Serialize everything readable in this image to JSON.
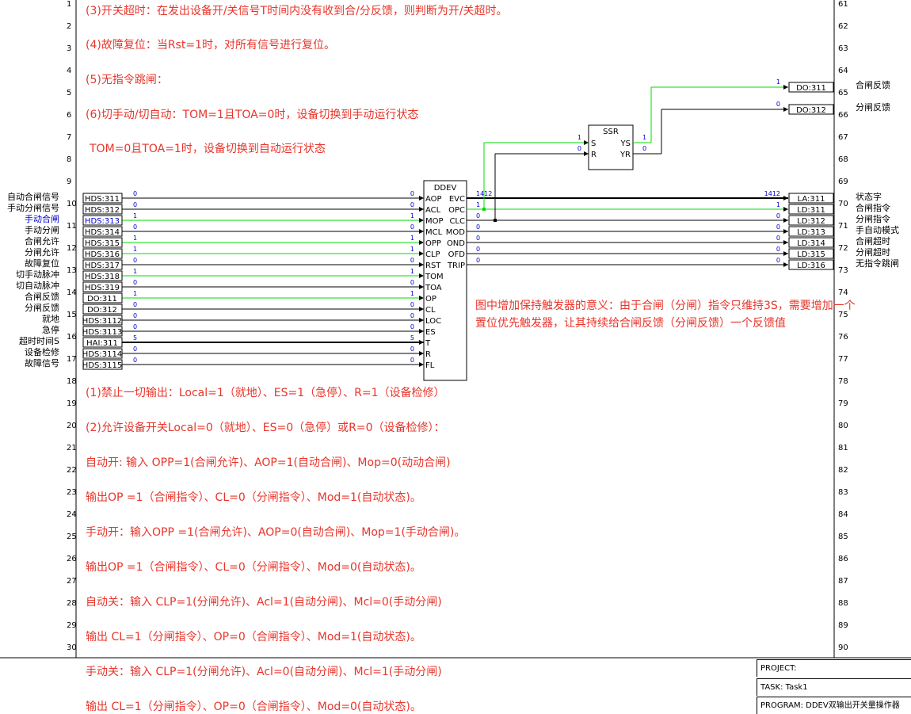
{
  "left_rows": [
    "1",
    "2",
    "3",
    "4",
    "5",
    "6",
    "7",
    "8",
    "9",
    "10",
    "11",
    "12",
    "13",
    "14",
    "15",
    "16",
    "17",
    "18",
    "19",
    "20",
    "21",
    "22",
    "23",
    "24",
    "25",
    "26",
    "27",
    "28",
    "29",
    "30"
  ],
  "right_rows": [
    "61",
    "62",
    "63",
    "64",
    "65",
    "66",
    "67",
    "68",
    "69",
    "70",
    "71",
    "72",
    "73",
    "74",
    "75",
    "76",
    "77",
    "78",
    "79",
    "80",
    "81",
    "82",
    "83",
    "84",
    "85",
    "86",
    "87",
    "88",
    "89",
    "90"
  ],
  "notes": {
    "n1": "(3)开关超时：在发出设备开/关信号T时间内没有收到合/分反馈，则判断为开/关超时。",
    "n2": "(4)故障复位：当Rst=1时，对所有信号进行复位。",
    "n3": "(5)无指令跳闸：",
    "n4": "(6)切手动/切自动：TOM=1且TOA=0时，设备切换到手动运行状态",
    "n5": "TOM=0且TOA=1时，设备切换到自动运行状态",
    "n6": "图中增加保持触发器的意义：由于合闸（分闸）指令只维持3S，需要增加一个",
    "n7": "置位优先触发器，让其持续给合闸反馈（分闸反馈）一个反馈值",
    "n8": "(1)禁止一切输出：Local=1（就地）、ES=1（急停）、R=1（设备检修）",
    "n9": "(2)允许设备开关Local=0（就地）、ES=0（急停）或R=0（设备检修）：",
    "n10": "自动开: 输入 OPP=1(合闸允许)、AOP=1(自动合闸)、Mop=0(动动合闸)",
    "n11": "输出OP =1（合闸指令）、CL=0（分闸指令）、Mod=1(自动状态)。",
    "n12": "手动开：输入OPP =1(合闸允许)、AOP=0(自动合闸)、Mop=1(手动合闸)。",
    "n13": "输出OP =1（合闸指令）、CL=0（分闸指令）、Mod=0(自动状态)。",
    "n14": "自动关：输入 CLP=1(分闸允许)、Acl=1(自动分闸)、Mcl=0(手动分闸)",
    "n15": "输出 CL=1（分闸指令）、OP=0（合闸指令）、Mod=1(自动状态)。",
    "n16": "手动关：输入 CLP=1(分闸允许)、Acl=0(自动分闸)、Mcl=1(手动分闸)",
    "n17": "输出 CL=1（分闸指令）、OP=0（合闸指令）、Mod=0(自动状态)。"
  },
  "inputs": [
    {
      "label": "自动合闸信号",
      "tag": "HDS:311",
      "value": "0",
      "pin": "AOP",
      "pin_value": "0",
      "active": false,
      "highlight": false
    },
    {
      "label": "手动分闸信号",
      "tag": "HDS:312",
      "value": "0",
      "pin": "ACL",
      "pin_value": "0",
      "active": false,
      "highlight": false
    },
    {
      "label": "手动合闸",
      "tag": "HDS:313",
      "value": "1",
      "pin": "MOP",
      "pin_value": "1",
      "active": true,
      "highlight": true
    },
    {
      "label": "手动分闸",
      "tag": "HDS:314",
      "value": "0",
      "pin": "MCL",
      "pin_value": "0",
      "active": false,
      "highlight": false
    },
    {
      "label": "合闸允许",
      "tag": "HDS:315",
      "value": "1",
      "pin": "OPP",
      "pin_value": "1",
      "active": true,
      "highlight": false
    },
    {
      "label": "分闸允许",
      "tag": "HDS:316",
      "value": "1",
      "pin": "CLP",
      "pin_value": "1",
      "active": true,
      "highlight": false
    },
    {
      "label": "故障复位",
      "tag": "HDS:317",
      "value": "0",
      "pin": "RST",
      "pin_value": "0",
      "active": false,
      "highlight": false
    },
    {
      "label": "切手动脉冲",
      "tag": "HDS:318",
      "value": "1",
      "pin": "TOM",
      "pin_value": "1",
      "active": true,
      "highlight": false
    },
    {
      "label": "切自动脉冲",
      "tag": "HDS:319",
      "value": "0",
      "pin": "TOA",
      "pin_value": "0",
      "active": false,
      "highlight": false
    },
    {
      "label": "合闸反馈",
      "tag": "DO:311",
      "value": "1",
      "pin": "OP",
      "pin_value": "1",
      "active": true,
      "highlight": false
    },
    {
      "label": "分闸反馈",
      "tag": "DO:312",
      "value": "0",
      "pin": "CL",
      "pin_value": "0",
      "active": false,
      "highlight": false
    },
    {
      "label": "就地",
      "tag": "HDS:3112",
      "value": "0",
      "pin": "LOC",
      "pin_value": "0",
      "active": false,
      "highlight": false
    },
    {
      "label": "急停",
      "tag": "HDS:3113",
      "value": "0",
      "pin": "ES",
      "pin_value": "0",
      "active": false,
      "highlight": false
    },
    {
      "label": "超时时间S",
      "tag": "HAI:311",
      "value": "5",
      "pin": "T",
      "pin_value": "5",
      "active": false,
      "highlight": false,
      "thick": true
    },
    {
      "label": "设备检修",
      "tag": "HDS:3114",
      "value": "0",
      "pin": "R",
      "pin_value": "0",
      "active": false,
      "highlight": false
    },
    {
      "label": "故障信号",
      "tag": "HDS:3115",
      "value": "0",
      "pin": "FL",
      "pin_value": "0",
      "active": false,
      "highlight": false
    }
  ],
  "outputs": [
    {
      "pin": "EVC",
      "value": "1412",
      "tag": "LA:311",
      "label": "状态字",
      "active": false,
      "thick": true
    },
    {
      "pin": "OPC",
      "value": "1",
      "tag": "LD:311",
      "label": "合闸指令",
      "active": true
    },
    {
      "pin": "CLC",
      "value": "0",
      "tag": "LD:312",
      "label": "分闸指令",
      "active": false
    },
    {
      "pin": "MOD",
      "value": "0",
      "tag": "LD:313",
      "label": "手自动模式",
      "active": false
    },
    {
      "pin": "OND",
      "value": "0",
      "tag": "LD:314",
      "label": "合闸超时",
      "active": false
    },
    {
      "pin": "OFD",
      "value": "0",
      "tag": "LD:315",
      "label": "分闸超时",
      "active": false
    },
    {
      "pin": "TRIP",
      "value": "0",
      "tag": "LD:316",
      "label": "无指令跳闸",
      "active": false
    }
  ],
  "ddev": {
    "title": "DDEV"
  },
  "ssr": {
    "title": "SSR",
    "inputs": [
      {
        "pin": "S",
        "value": "1",
        "active": true
      },
      {
        "pin": "R",
        "value": "0",
        "active": false
      }
    ],
    "outputs": [
      {
        "pin": "YS",
        "value": "1",
        "active": true
      },
      {
        "pin": "YR",
        "value": "0",
        "active": false
      }
    ]
  },
  "feedback": [
    {
      "tag": "DO:311",
      "label": "合闸反馈",
      "value": "1",
      "active": true
    },
    {
      "tag": "DO:312",
      "label": "分闸反馈",
      "value": "0",
      "active": false
    }
  ],
  "title_block": {
    "project": "PROJECT:",
    "task": "TASK:  Task1",
    "program": "PROGRAM:  DDEV双输出开关量操作器"
  },
  "colors": {
    "wire": "#000000",
    "active_wire": "#00dd00",
    "note": "#e8352b",
    "value": "#0000cc",
    "highlight_tag": "#0000cc"
  }
}
